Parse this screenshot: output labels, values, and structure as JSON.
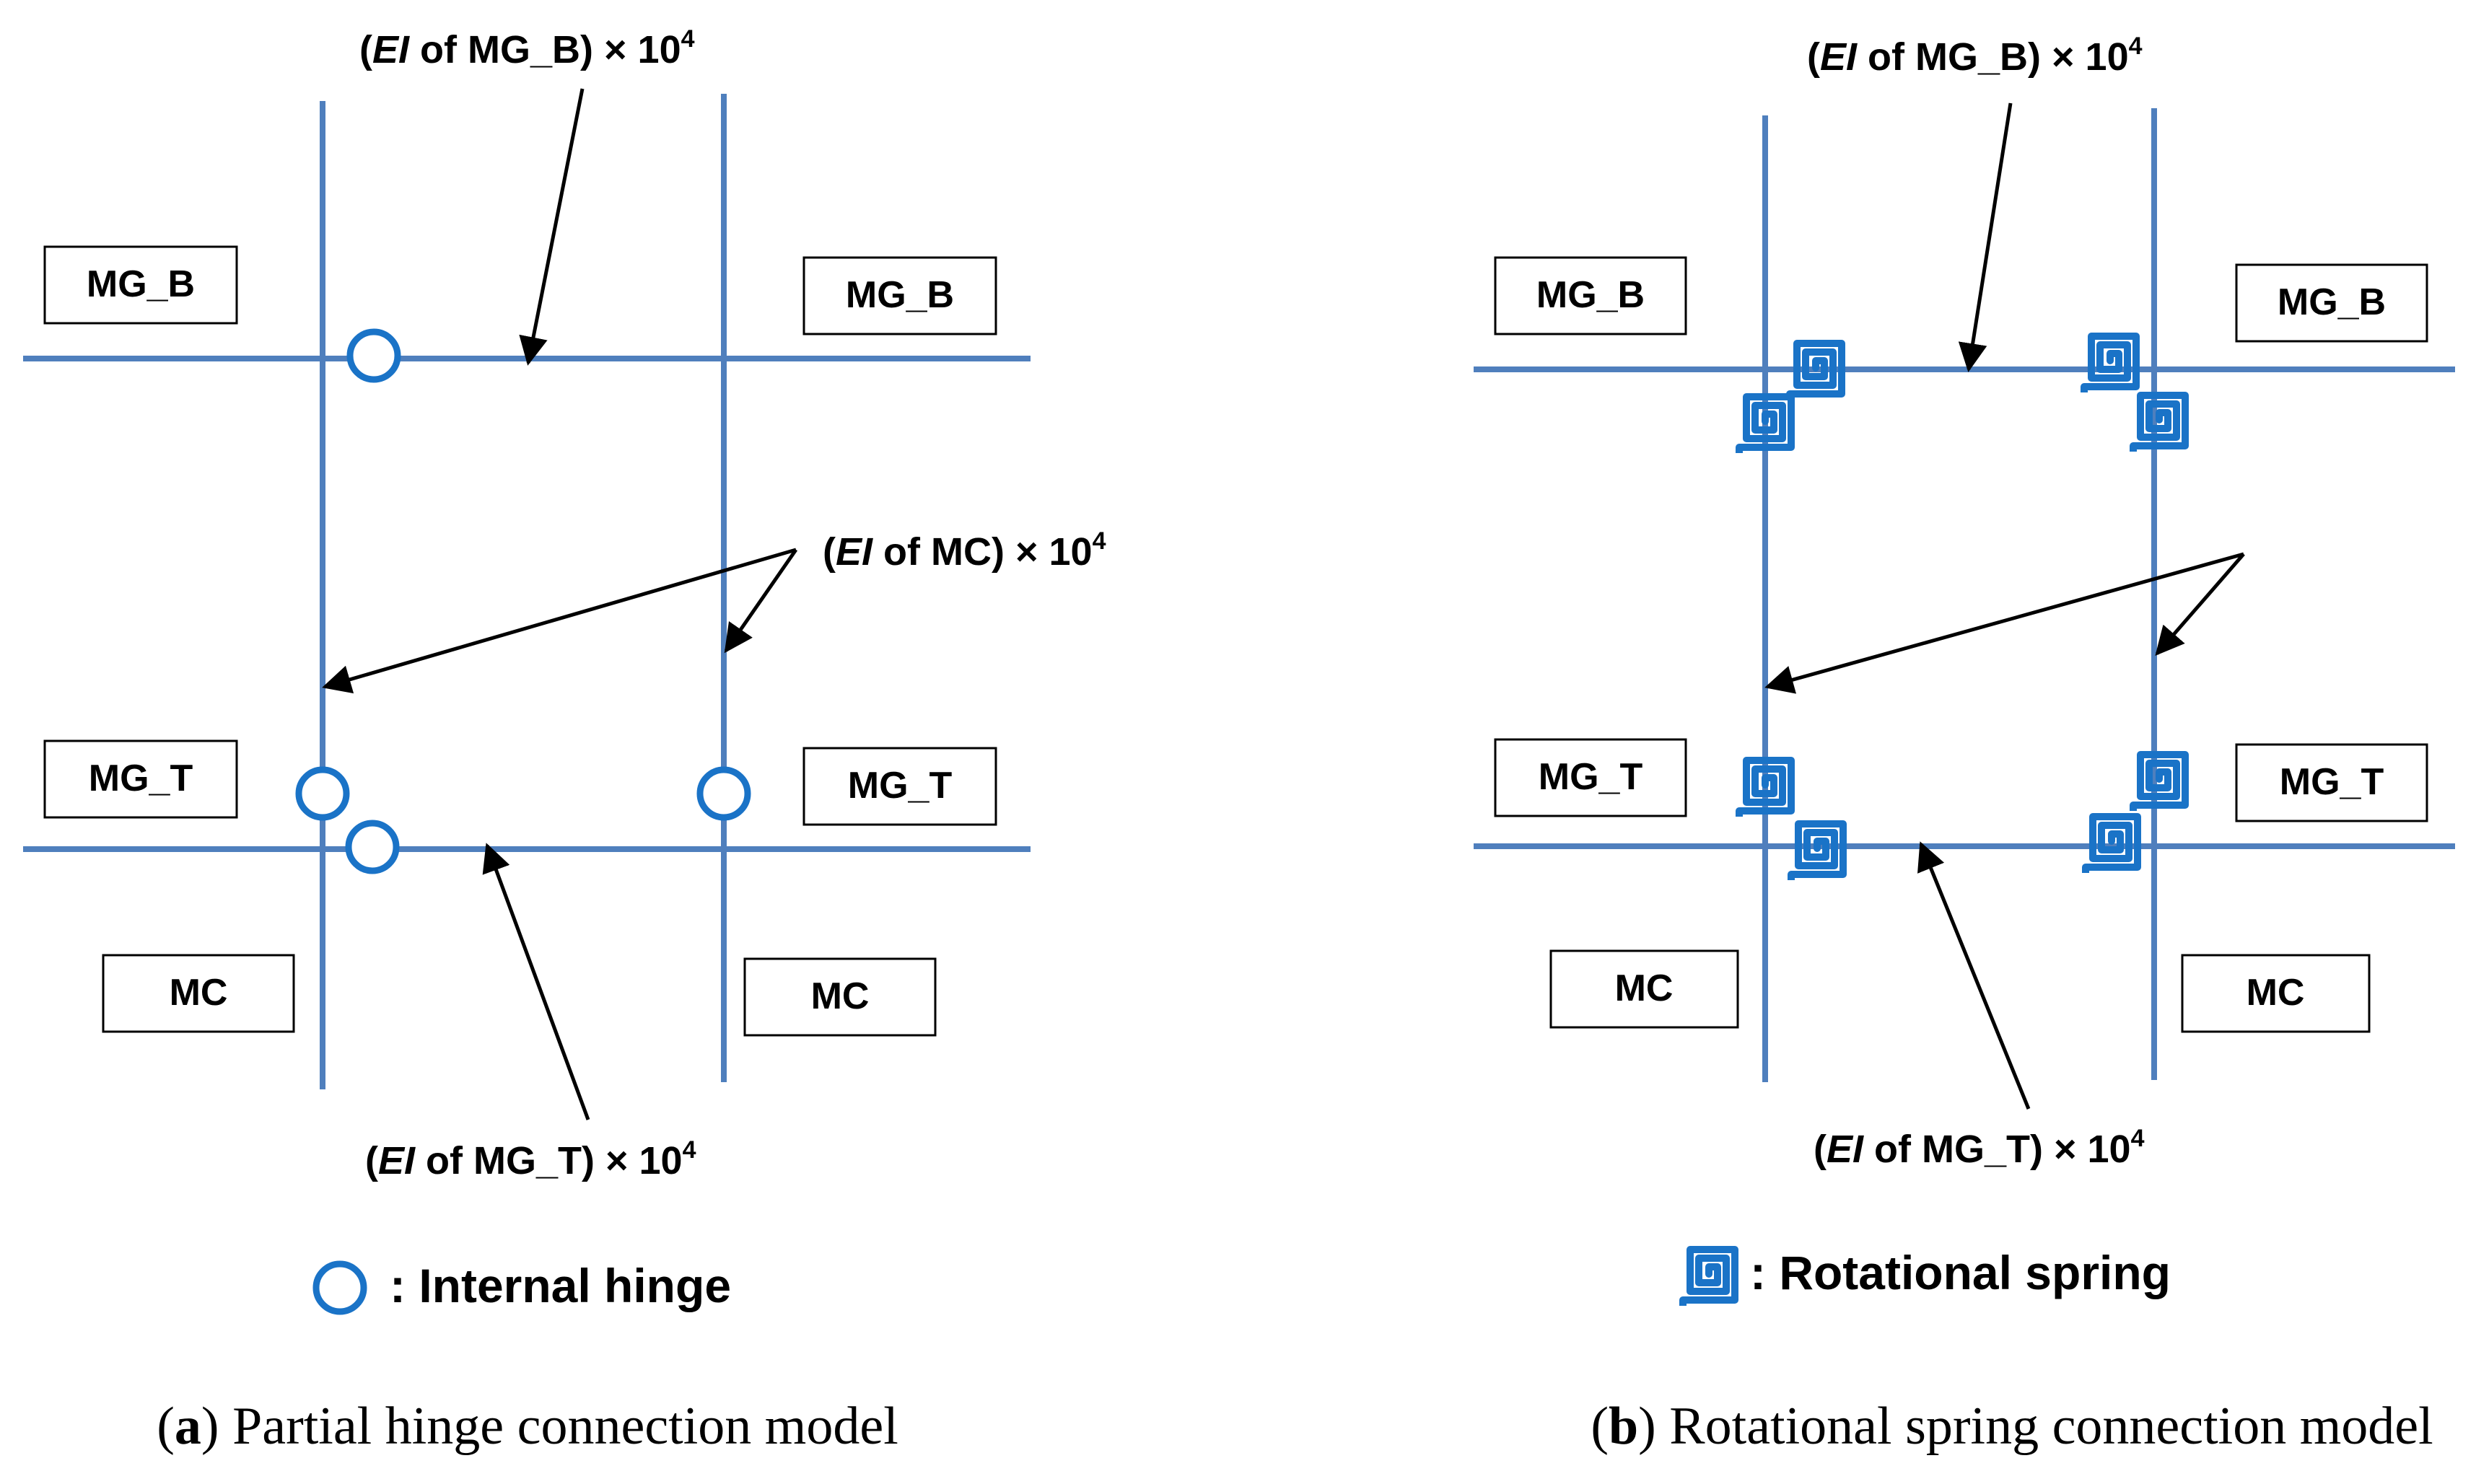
{
  "colors": {
    "member_line": "#4f7fbd",
    "hinge": "#1a73c7",
    "spring": "#1a73c7",
    "arrow": "#000000",
    "box_border": "#000000"
  },
  "panel_a": {
    "boxes": [
      "MG_B",
      "MG_B",
      "MG_T",
      "MG_T",
      "MC",
      "MC"
    ],
    "labels": {
      "top": {
        "ei": "EI",
        "text": "of MG_B) × 10",
        "exp": "4"
      },
      "mid": {
        "ei": "EI",
        "text": "of MC) × 10",
        "exp": "4"
      },
      "bottom": {
        "ei": "EI",
        "text": "of MG_T) × 10",
        "exp": "4"
      }
    },
    "legend": {
      "icon": "internal-hinge-icon",
      "text": ": Internal hinge"
    },
    "caption": {
      "letter": "a",
      "text": "Partial hinge connection model"
    }
  },
  "panel_b": {
    "boxes": [
      "MG_B",
      "MG_B",
      "MG_T",
      "MG_T",
      "MC",
      "MC"
    ],
    "labels": {
      "top": {
        "ei": "EI",
        "text": "of MG_B) × 10",
        "exp": "4"
      },
      "bottom": {
        "ei": "EI",
        "text": "of MG_T) × 10",
        "exp": "4"
      }
    },
    "legend": {
      "icon": "rotational-spring-icon",
      "text": ": Rotational spring"
    },
    "caption": {
      "letter": "b",
      "text": "Rotational spring connection model"
    }
  }
}
